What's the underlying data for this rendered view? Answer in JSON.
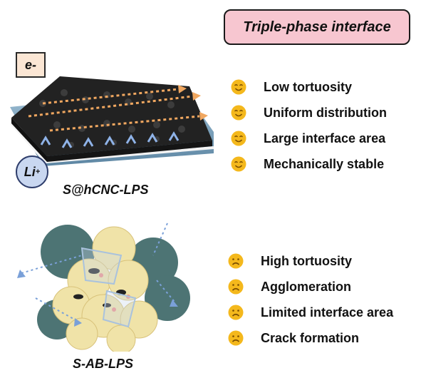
{
  "title": "Triple-phase interface",
  "electron_label": "e-",
  "lithium_label": {
    "base": "Li",
    "sup": "+"
  },
  "top_caption": "S@hCNC-LPS",
  "bottom_caption": "S-AB-LPS",
  "good_features": [
    {
      "icon": "smile-icon",
      "text": "Low tortuosity"
    },
    {
      "icon": "smile-icon",
      "text": "Uniform distribution"
    },
    {
      "icon": "smile-icon",
      "text": "Large interface area"
    },
    {
      "icon": "smile-icon",
      "text": "Mechanically stable"
    }
  ],
  "bad_features": [
    {
      "icon": "frown-icon",
      "text": "High tortuosity"
    },
    {
      "icon": "frown-icon",
      "text": "Agglomeration"
    },
    {
      "icon": "frown-icon",
      "text": "Limited interface area"
    },
    {
      "icon": "frown-icon",
      "text": "Crack formation"
    }
  ],
  "colors": {
    "title_bg": "#f7c6d0",
    "electron_bg": "#fbe6d4",
    "lithium_bg": "#c9d7f0",
    "emoji_face": "#f4b81c",
    "electrolyte": "#7ea3bd",
    "carbon": "#1f1f1f",
    "sulfur": "#f2e6b0",
    "arrow_orange": "#f0a760",
    "arrow_blue": "#7aa0d8"
  }
}
